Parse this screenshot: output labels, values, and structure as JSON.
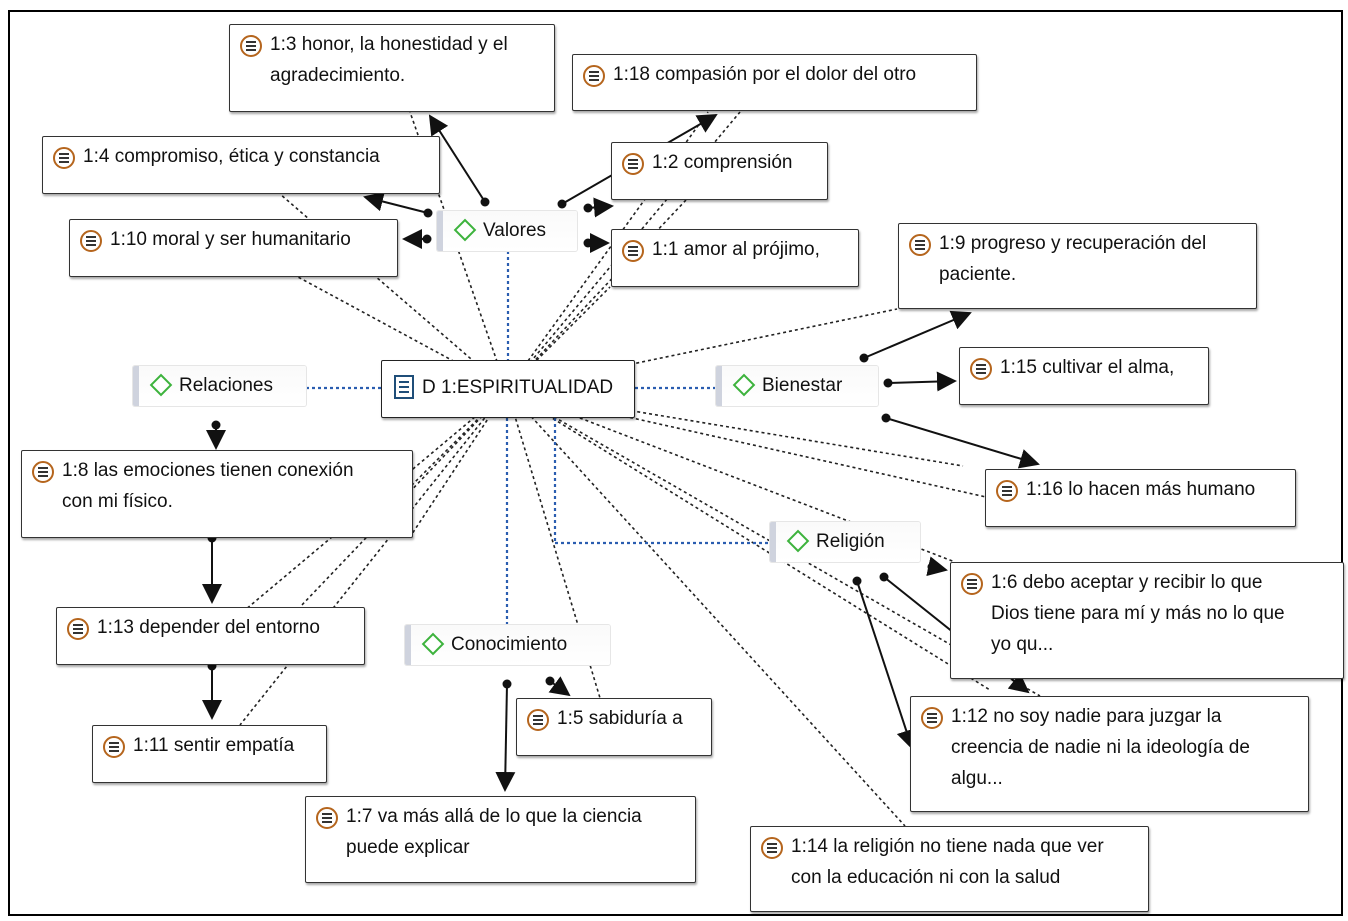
{
  "document": {
    "label": "D 1:ESPIRITUALIDAD",
    "icon": "document-icon"
  },
  "codes": {
    "valores": "Valores",
    "relaciones": "Relaciones",
    "bienestar": "Bienestar",
    "religion": "Religión",
    "conocimiento": "Conocimiento"
  },
  "quotations": {
    "q1_3": [
      "1:3 honor, la honestidad y el",
      "agradecimiento."
    ],
    "q1_18": [
      "1:18 compasión por el dolor del otro"
    ],
    "q1_4": [
      "1:4 compromiso, ética  y constancia"
    ],
    "q1_2": [
      "1:2 comprensión"
    ],
    "q1_10": [
      "1:10 moral y ser humanitario"
    ],
    "q1_1": [
      "1:1 amor al prójimo,"
    ],
    "q1_9": [
      "1:9 progreso y recuperación del",
      "paciente."
    ],
    "q1_15": [
      "1:15 cultivar el alma,"
    ],
    "q1_8": [
      "1:8 las emociones tienen  conexión",
      "con mi físico."
    ],
    "q1_16": [
      "1:16 lo hacen más humano"
    ],
    "q1_6": [
      "1:6 debo aceptar y recibir lo que",
      "Dios tiene para mí y más no lo que",
      "yo qu..."
    ],
    "q1_13": [
      "1:13 depender del entorno"
    ],
    "q1_11": [
      "1:11 sentir empatía"
    ],
    "q1_5": [
      "1:5 sabiduría a"
    ],
    "q1_12": [
      "1:12 no soy nadie para juzgar la",
      "creencia de nadie ni la ideología de",
      "algu..."
    ],
    "q1_7": [
      "1:7 va más  allá de lo que la ciencia",
      "puede explicar"
    ],
    "q1_14": [
      "1:14 la religión no tiene nada que ver",
      "con la educación ni con la salud"
    ]
  },
  "icons": {
    "quotation": "quotation-icon",
    "code": "code-diamond-icon",
    "document": "document-icon"
  },
  "colors": {
    "code_diamond": "#3db33d",
    "quotation_ring": "#b5651d",
    "code_link": "#2a5db0",
    "document_icon": "#1f4e79"
  }
}
